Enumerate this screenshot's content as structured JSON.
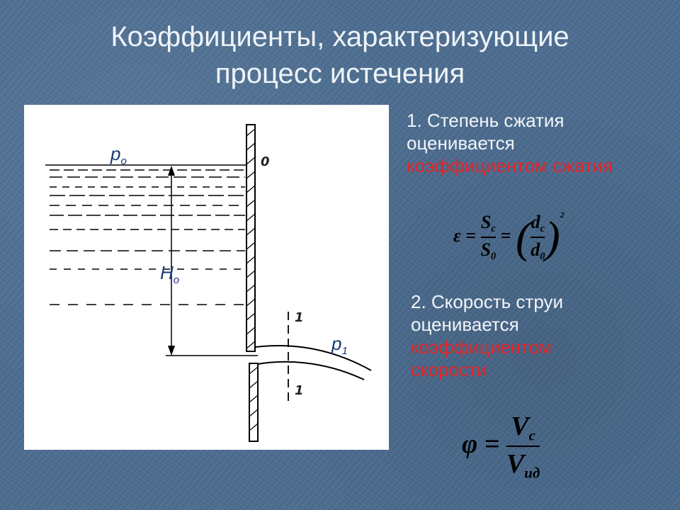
{
  "title": {
    "line1": "Коэффициенты, характеризующие",
    "line2": "процесс истечения"
  },
  "figure": {
    "label_p0": "p",
    "label_p0_sub": "o",
    "label_H0": "H",
    "label_H0_sub": "o",
    "label_p1": "p",
    "label_p1_sub": "1",
    "section_top": "1",
    "section_bottom": "1",
    "wall_mark": "0"
  },
  "item1": {
    "line1": "1. Степень сжатия",
    "line2": "оценивается",
    "accent": "коэффициентом сжатия"
  },
  "formula1": {
    "symbol": "ε",
    "eq": "=",
    "num": "S",
    "num_sub": "c",
    "den": "S",
    "den_sub": "0",
    "eq2": "=",
    "num2": "d",
    "num2_sub": "c",
    "den2": "d",
    "den2_sub": "0",
    "power": "2"
  },
  "item2": {
    "line1": "2. Скорость струи",
    "line2": "оценивается",
    "accent1": "коэффициентом",
    "accent2": "скорости"
  },
  "formula2": {
    "symbol": "φ",
    "eq": "=",
    "num": "V",
    "num_sub": "c",
    "den": "V",
    "den_sub": "ид"
  },
  "colors": {
    "background": "#4d6e92",
    "accent_red": "#e0262a",
    "label_blue": "#1a3a7a"
  }
}
